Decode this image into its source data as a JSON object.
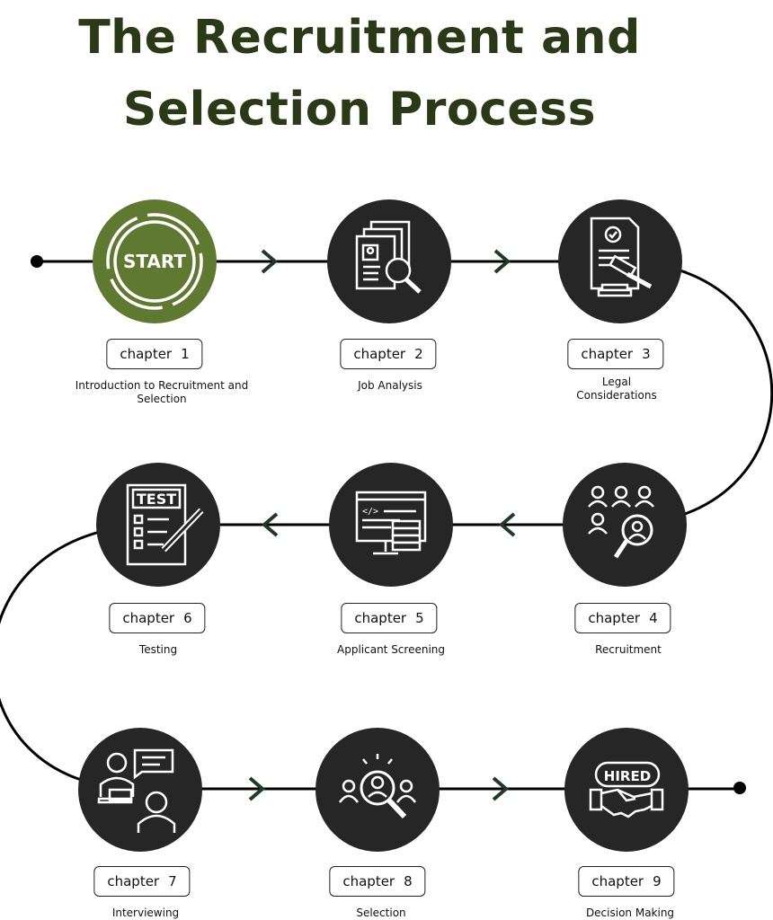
{
  "title": {
    "line1": "The Recruitment and",
    "line2": "Selection Process"
  },
  "colors": {
    "title": "#2b3a16",
    "start_fill": "#5f7a30",
    "node_fill": "#262626",
    "path": "#000000",
    "arrow": "#1f3a2a"
  },
  "steps": [
    {
      "chapter": "chapter",
      "number": "1",
      "label": "Introduction to Recruitment and Selection",
      "icon": "start-icon",
      "badge": "START"
    },
    {
      "chapter": "chapter",
      "number": "2",
      "label": "Job Analysis",
      "icon": "documents-magnifier-icon"
    },
    {
      "chapter": "chapter",
      "number": "3",
      "label": "Legal Considerations",
      "icon": "contract-gavel-icon"
    },
    {
      "chapter": "chapter",
      "number": "4",
      "label": "Recruitment",
      "icon": "people-search-icon"
    },
    {
      "chapter": "chapter",
      "number": "5",
      "label": "Applicant Screening",
      "icon": "computer-code-icon"
    },
    {
      "chapter": "chapter",
      "number": "6",
      "label": "Testing",
      "icon": "test-sheet-pencil-icon",
      "badge": "TEST"
    },
    {
      "chapter": "chapter",
      "number": "7",
      "label": "Interviewing",
      "icon": "interview-icon"
    },
    {
      "chapter": "chapter",
      "number": "8",
      "label": "Selection",
      "icon": "candidate-selection-icon"
    },
    {
      "chapter": "chapter",
      "number": "9",
      "label": "Decision Making",
      "icon": "hired-handshake-icon",
      "badge": "HIRED"
    }
  ]
}
